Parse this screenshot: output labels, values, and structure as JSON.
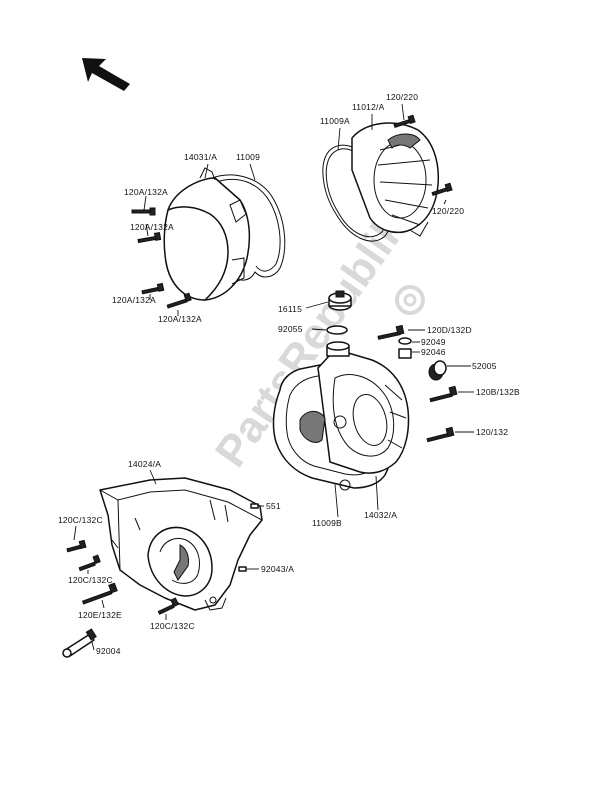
{
  "watermark": "PartsRepublik",
  "labels": {
    "l_120_220_top": "120/220",
    "l_11012A": "11012/A",
    "l_11009A": "11009A",
    "l_120_220_mid": "120/220",
    "l_14031A": "14031/A",
    "l_11009": "11009",
    "l_120A132A_1": "120A/132A",
    "l_120A132A_2": "120A/132A",
    "l_120A132A_3": "120A/132A",
    "l_120A132A_4": "120A/132A",
    "l_16115": "16115",
    "l_92055": "92055",
    "l_120D132D": "120D/132D",
    "l_92049": "92049",
    "l_92046": "92046",
    "l_52005": "52005",
    "l_120B132B": "120B/132B",
    "l_120_132": "120/132",
    "l_14032A": "14032/A",
    "l_11009B": "11009B",
    "l_14024A": "14024/A",
    "l_551": "551",
    "l_120C132C_1": "120C/132C",
    "l_120C132C_2": "120C/132C",
    "l_120E132E": "120E/132E",
    "l_120C132C_3": "120C/132C",
    "l_92043A": "92043/A",
    "l_92004": "92004"
  }
}
